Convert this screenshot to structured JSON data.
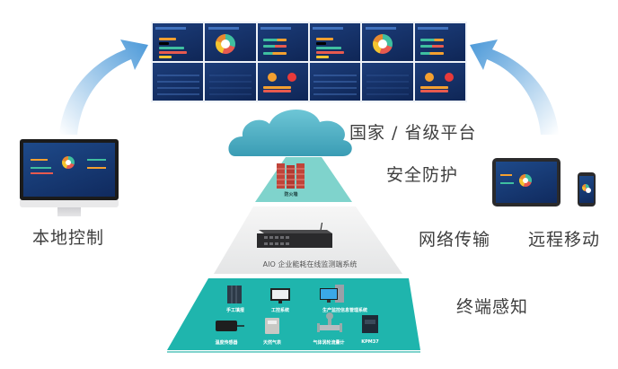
{
  "diagram": {
    "top_layer": {
      "name": "video-wall",
      "description": "Energy monitoring dashboard on 6-panel video wall"
    },
    "labels": {
      "platform": "国家 / 省级平台",
      "security": "安全防护",
      "network": "网络传输",
      "remote": "远程移动",
      "local": "本地控制",
      "terminal": "终端感知"
    },
    "layers": {
      "cloud": {
        "icon": "cloud-icon"
      },
      "firewall": {
        "caption": "防火墙",
        "icon": "firewall-icon"
      },
      "gateway": {
        "caption": "AIO 企业能耗在线监测端系统",
        "icon": "server-rack-icon"
      },
      "terminals": [
        {
          "caption": "手工填报",
          "icon": "server-cabinet-icon"
        },
        {
          "caption": "工控系统",
          "icon": "monitor-icon"
        },
        {
          "caption": "生产监控信息管理系统",
          "icon": "desktop-pc-icon"
        },
        {
          "caption": "温度传感器",
          "icon": "sensor-icon"
        },
        {
          "caption": "天然气表",
          "icon": "gas-meter-icon"
        },
        {
          "caption": "气体涡轮流量计",
          "icon": "flowmeter-icon"
        },
        {
          "caption": "KPM37",
          "icon": "power-meter-icon"
        }
      ]
    },
    "colors": {
      "teal": "#1fb5ad",
      "teal_light": "#7fd3cc",
      "gray_layer": "#e8e9ea",
      "arrow": "#4a98d8",
      "text": "#3e3e3e"
    }
  }
}
